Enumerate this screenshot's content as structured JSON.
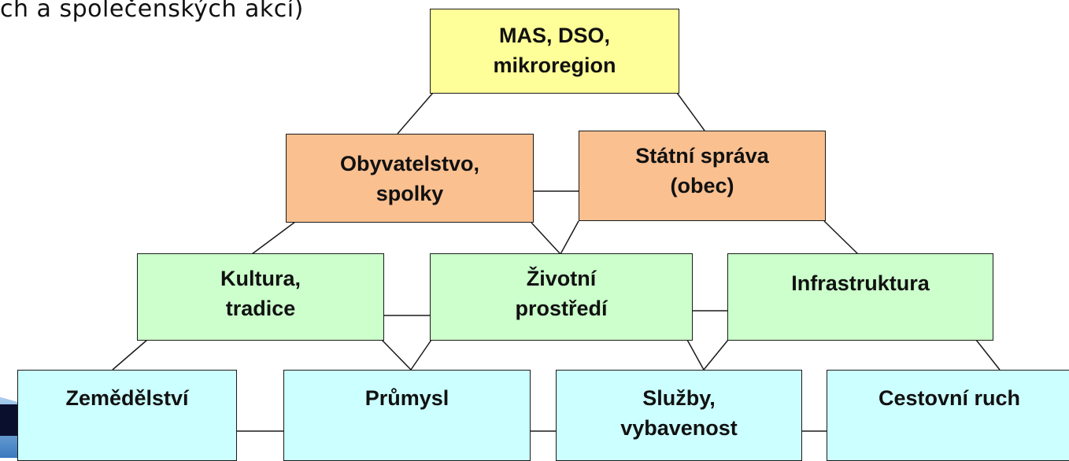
{
  "top_text": "ch a společenských akcí)",
  "nodes": {
    "mas": "MAS, DSO,\nmikroregion",
    "obyvatelstvo": "Obyvatelstvo,\nspolky",
    "statni_sprava": "Státní správa\n(obec)",
    "kultura": "Kultura,\ntradice",
    "zivotni": "Životní\nprostředí",
    "infrastruktura": "Infrastruktura",
    "zemedelstvi": "Zemědělství",
    "prumysl": "Průmysl",
    "sluzby": "Služby,\nvybavenost",
    "cestovni_ruch": "Cestovní ruch"
  },
  "colors": {
    "level1": "#ffff99",
    "level2": "#fac090",
    "level3": "#ccffcc",
    "level4": "#ccffff",
    "border": "#1a1a1a"
  }
}
